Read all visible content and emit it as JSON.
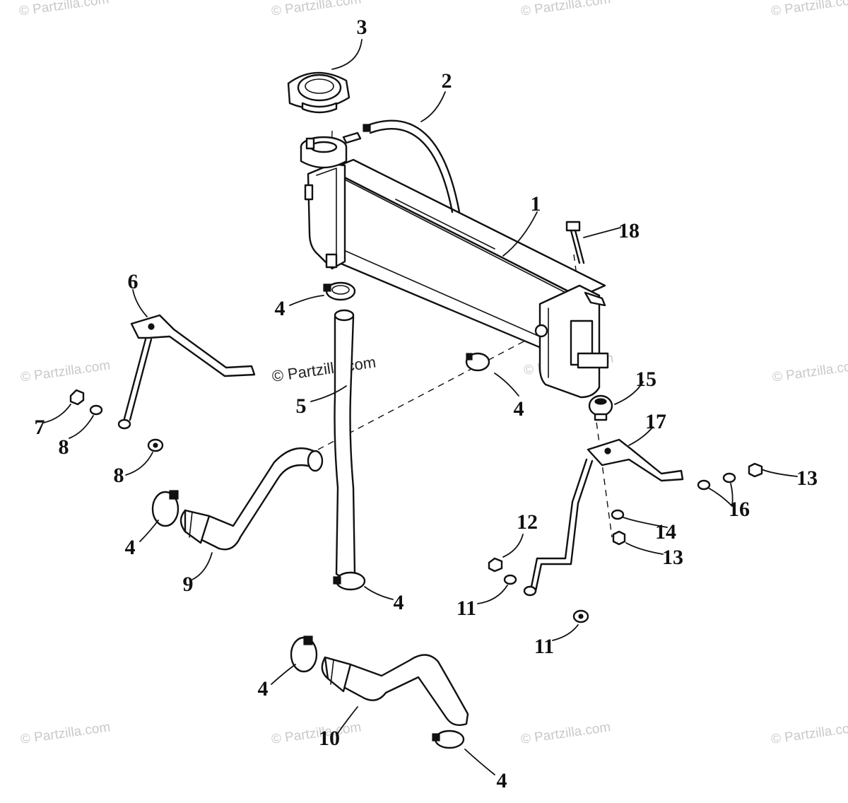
{
  "watermark": {
    "text": "© Partzilla.com",
    "color": "#c9c9c9"
  },
  "center_watermark": {
    "text": "© Partzilla.com"
  },
  "callouts": [
    {
      "id": "c1",
      "label": "1"
    },
    {
      "id": "c2",
      "label": "2"
    },
    {
      "id": "c3",
      "label": "3"
    },
    {
      "id": "c4a",
      "label": "4"
    },
    {
      "id": "c4b",
      "label": "4"
    },
    {
      "id": "c4c",
      "label": "4"
    },
    {
      "id": "c4d",
      "label": "4"
    },
    {
      "id": "c4e",
      "label": "4"
    },
    {
      "id": "c4f",
      "label": "4"
    },
    {
      "id": "c5",
      "label": "5"
    },
    {
      "id": "c6",
      "label": "6"
    },
    {
      "id": "c7",
      "label": "7"
    },
    {
      "id": "c8a",
      "label": "8"
    },
    {
      "id": "c8b",
      "label": "8"
    },
    {
      "id": "c9",
      "label": "9"
    },
    {
      "id": "c10",
      "label": "10"
    },
    {
      "id": "c11a",
      "label": "11"
    },
    {
      "id": "c11b",
      "label": "11"
    },
    {
      "id": "c12",
      "label": "12"
    },
    {
      "id": "c13a",
      "label": "13"
    },
    {
      "id": "c13b",
      "label": "13"
    },
    {
      "id": "c14",
      "label": "14"
    },
    {
      "id": "c15",
      "label": "15"
    },
    {
      "id": "c16",
      "label": "16"
    },
    {
      "id": "c17",
      "label": "17"
    },
    {
      "id": "c18",
      "label": "18"
    }
  ]
}
